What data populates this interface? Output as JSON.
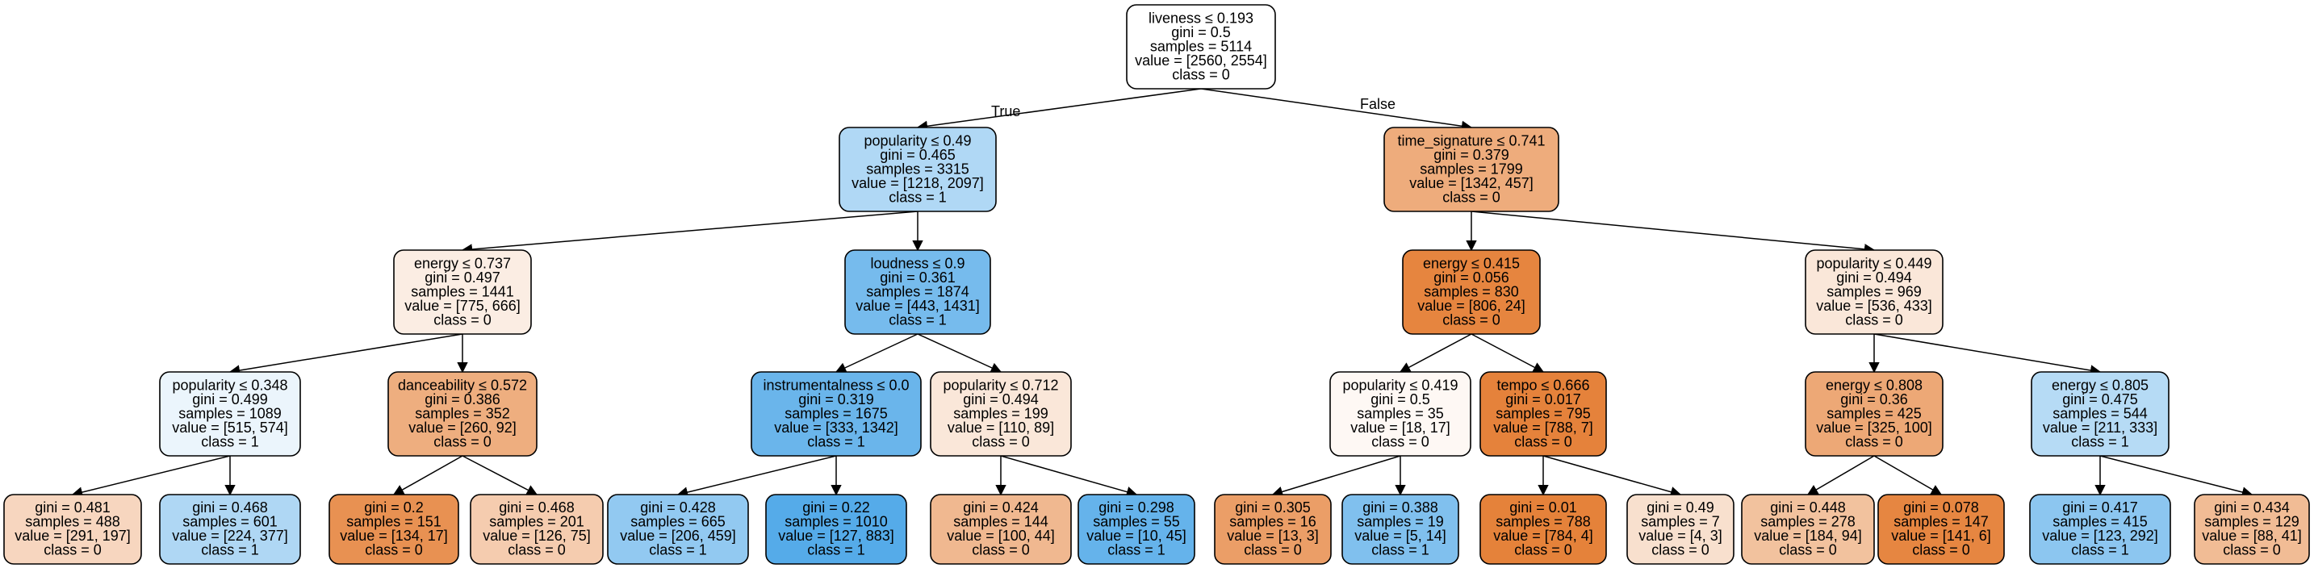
{
  "tree": {
    "edge_labels": {
      "true_label": "True",
      "false_label": "False"
    },
    "nodes": [
      {
        "id": "n0",
        "lines": [
          "liveness ≤ 0.193",
          "gini = 0.5",
          "samples = 5114",
          "value = [2560, 2554]",
          "class = 0"
        ],
        "color": "#ffffff"
      },
      {
        "id": "n1",
        "lines": [
          "popularity ≤ 0.49",
          "gini = 0.465",
          "samples = 3315",
          "value = [1218, 2097]",
          "class = 1"
        ],
        "color": "#b0d8f5"
      },
      {
        "id": "n2",
        "lines": [
          "time_signature ≤ 0.741",
          "gini = 0.379",
          "samples = 1799",
          "value = [1342, 457]",
          "class = 0"
        ],
        "color": "#eeac7c"
      },
      {
        "id": "n3",
        "lines": [
          "energy ≤ 0.737",
          "gini = 0.497",
          "samples = 1441",
          "value = [775, 666]",
          "class = 0"
        ],
        "color": "#fbede3"
      },
      {
        "id": "n4",
        "lines": [
          "loudness ≤ 0.9",
          "gini = 0.361",
          "samples = 1874",
          "value = [443, 1431]",
          "class = 1"
        ],
        "color": "#76bbed"
      },
      {
        "id": "n5",
        "lines": [
          "energy ≤ 0.415",
          "gini = 0.056",
          "samples = 830",
          "value = [806, 24]",
          "class = 0"
        ],
        "color": "#e6853f"
      },
      {
        "id": "n6",
        "lines": [
          "popularity ≤ 0.449",
          "gini = 0.494",
          "samples = 969",
          "value = [536, 433]",
          "class = 0"
        ],
        "color": "#fae7d9"
      },
      {
        "id": "n7",
        "lines": [
          "popularity ≤ 0.348",
          "gini = 0.499",
          "samples = 1089",
          "value = [515, 574]",
          "class = 1"
        ],
        "color": "#ebf5fc"
      },
      {
        "id": "n8",
        "lines": [
          "danceability ≤ 0.572",
          "gini = 0.386",
          "samples = 352",
          "value = [260, 92]",
          "class = 0"
        ],
        "color": "#eeae7f"
      },
      {
        "id": "n9",
        "lines": [
          "instrumentalness ≤ 0.0",
          "gini = 0.319",
          "samples = 1675",
          "value = [333, 1342]",
          "class = 1"
        ],
        "color": "#6ab5eb"
      },
      {
        "id": "n10",
        "lines": [
          "popularity ≤ 0.712",
          "gini = 0.494",
          "samples = 199",
          "value = [110, 89]",
          "class = 0"
        ],
        "color": "#fae7d9"
      },
      {
        "id": "n11",
        "lines": [
          "popularity ≤ 0.419",
          "gini = 0.5",
          "samples = 35",
          "value = [18, 17]",
          "class = 0"
        ],
        "color": "#fef8f4"
      },
      {
        "id": "n12",
        "lines": [
          "tempo ≤ 0.666",
          "gini = 0.017",
          "samples = 795",
          "value = [788, 7]",
          "class = 0"
        ],
        "color": "#e5823b"
      },
      {
        "id": "n13",
        "lines": [
          "energy ≤ 0.808",
          "gini = 0.36",
          "samples = 425",
          "value = [325, 100]",
          "class = 0"
        ],
        "color": "#eda876"
      },
      {
        "id": "n14",
        "lines": [
          "energy ≤ 0.805",
          "gini = 0.475",
          "samples = 544",
          "value = [211, 333]",
          "class = 1"
        ],
        "color": "#b6dbf5"
      },
      {
        "id": "n15",
        "lines": [
          "gini = 0.481",
          "samples = 488",
          "value = [291, 197]",
          "class = 0"
        ],
        "color": "#f7d6bf"
      },
      {
        "id": "n16",
        "lines": [
          "gini = 0.468",
          "samples = 601",
          "value = [224, 377]",
          "class = 1"
        ],
        "color": "#afd7f4"
      },
      {
        "id": "n17",
        "lines": [
          "gini = 0.2",
          "samples = 151",
          "value = [134, 17]",
          "class = 0"
        ],
        "color": "#e89152"
      },
      {
        "id": "n18",
        "lines": [
          "gini = 0.468",
          "samples = 201",
          "value = [126, 75]",
          "class = 0"
        ],
        "color": "#f5ccaf"
      },
      {
        "id": "n19",
        "lines": [
          "gini = 0.428",
          "samples = 665",
          "value = [206, 459]",
          "class = 1"
        ],
        "color": "#92c9f1"
      },
      {
        "id": "n20",
        "lines": [
          "gini = 0.22",
          "samples = 1010",
          "value = [127, 883]",
          "class = 1"
        ],
        "color": "#55abe9"
      },
      {
        "id": "n21",
        "lines": [
          "gini = 0.424",
          "samples = 144",
          "value = [100, 44]",
          "class = 0"
        ],
        "color": "#f0b890"
      },
      {
        "id": "n22",
        "lines": [
          "gini = 0.298",
          "samples = 55",
          "value = [10, 45]",
          "class = 1"
        ],
        "color": "#65b3eb"
      },
      {
        "id": "n23",
        "lines": [
          "gini = 0.305",
          "samples = 16",
          "value = [13, 3]",
          "class = 0"
        ],
        "color": "#eb9e67"
      },
      {
        "id": "n24",
        "lines": [
          "gini = 0.388",
          "samples = 19",
          "value = [5, 14]",
          "class = 1"
        ],
        "color": "#80c0ee"
      },
      {
        "id": "n25",
        "lines": [
          "gini = 0.01",
          "samples = 788",
          "value = [784, 4]",
          "class = 0"
        ],
        "color": "#e5823a"
      },
      {
        "id": "n26",
        "lines": [
          "gini = 0.49",
          "samples = 7",
          "value = [4, 3]",
          "class = 0"
        ],
        "color": "#f8e0ce"
      },
      {
        "id": "n27",
        "lines": [
          "gini = 0.448",
          "samples = 278",
          "value = [184, 94]",
          "class = 0"
        ],
        "color": "#f2c29e"
      },
      {
        "id": "n28",
        "lines": [
          "gini = 0.078",
          "samples = 147",
          "value = [141, 6]",
          "class = 0"
        ],
        "color": "#e68641"
      },
      {
        "id": "n29",
        "lines": [
          "gini = 0.417",
          "samples = 415",
          "value = [123, 292]",
          "class = 1"
        ],
        "color": "#8cc6f0"
      },
      {
        "id": "n30",
        "lines": [
          "gini = 0.434",
          "samples = 129",
          "value = [88, 41]",
          "class = 0"
        ],
        "color": "#f1bc95"
      }
    ],
    "edges": [
      {
        "from": "n0",
        "to": "n1",
        "label": "true_label"
      },
      {
        "from": "n0",
        "to": "n2",
        "label": "false_label"
      },
      {
        "from": "n1",
        "to": "n3"
      },
      {
        "from": "n1",
        "to": "n4"
      },
      {
        "from": "n2",
        "to": "n5"
      },
      {
        "from": "n2",
        "to": "n6"
      },
      {
        "from": "n3",
        "to": "n7"
      },
      {
        "from": "n3",
        "to": "n8"
      },
      {
        "from": "n4",
        "to": "n9"
      },
      {
        "from": "n4",
        "to": "n10"
      },
      {
        "from": "n5",
        "to": "n11"
      },
      {
        "from": "n5",
        "to": "n12"
      },
      {
        "from": "n6",
        "to": "n13"
      },
      {
        "from": "n6",
        "to": "n14"
      },
      {
        "from": "n7",
        "to": "n15"
      },
      {
        "from": "n7",
        "to": "n16"
      },
      {
        "from": "n8",
        "to": "n17"
      },
      {
        "from": "n8",
        "to": "n18"
      },
      {
        "from": "n9",
        "to": "n19"
      },
      {
        "from": "n9",
        "to": "n20"
      },
      {
        "from": "n10",
        "to": "n21"
      },
      {
        "from": "n10",
        "to": "n22"
      },
      {
        "from": "n11",
        "to": "n23"
      },
      {
        "from": "n11",
        "to": "n24"
      },
      {
        "from": "n12",
        "to": "n25"
      },
      {
        "from": "n12",
        "to": "n26"
      },
      {
        "from": "n13",
        "to": "n27"
      },
      {
        "from": "n13",
        "to": "n28"
      },
      {
        "from": "n14",
        "to": "n29"
      },
      {
        "from": "n14",
        "to": "n30"
      }
    ]
  }
}
